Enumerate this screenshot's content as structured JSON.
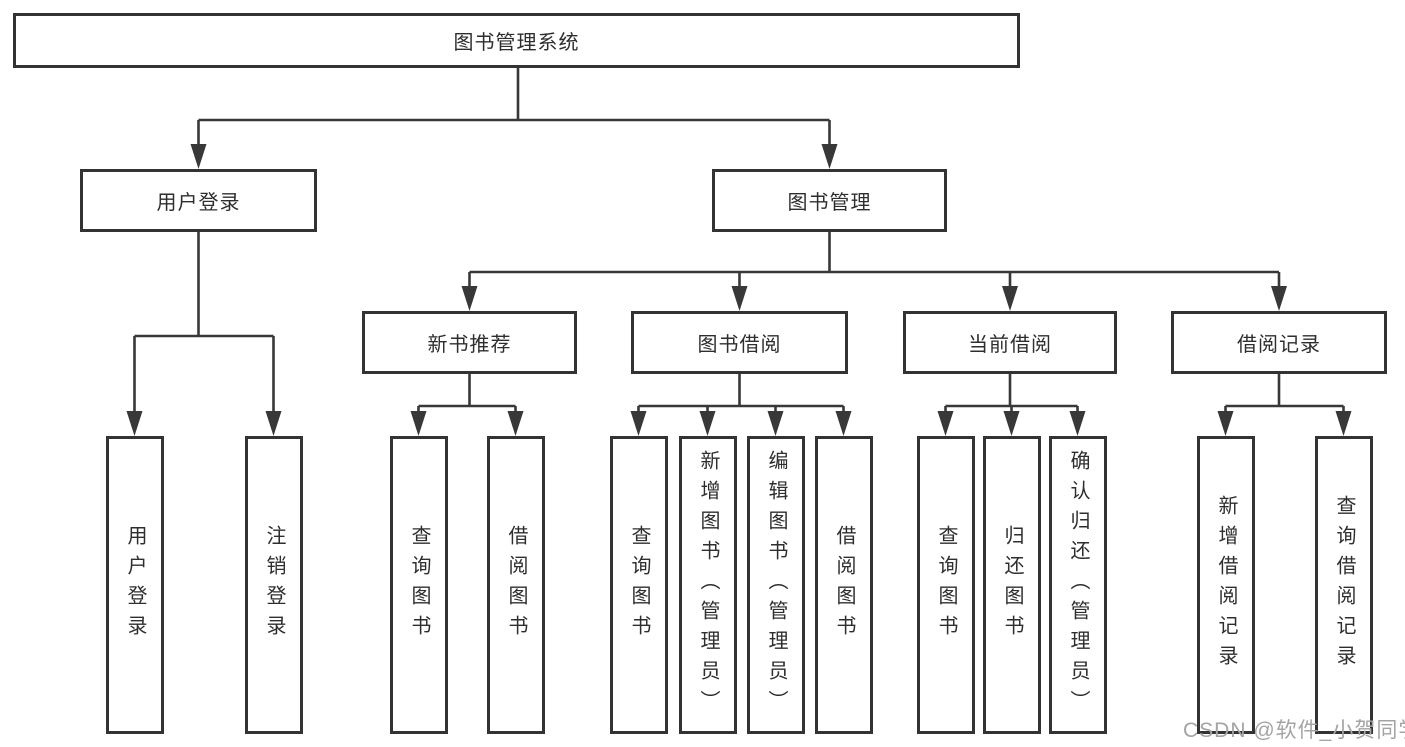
{
  "colors": {
    "line": "#333333",
    "text": "#2e2e2e",
    "watermark": "#a4a4a4",
    "background": "#ffffff"
  },
  "nodes": {
    "root": "图书管理系统",
    "user_login": "用户登录",
    "book_mgmt": "图书管理",
    "new_book": "新书推荐",
    "book_borrow": "图书借阅",
    "current_borrow": "当前借阅",
    "borrow_record": "借阅记录"
  },
  "leaves": [
    "用户登录",
    "注销登录",
    "查询图书",
    "借阅图书",
    "查询图书",
    "新增图书（管理员）",
    "编辑图书（管理员）",
    "借阅图书",
    "查询图书",
    "归还图书",
    "确认归还（管理员）",
    "新增借阅记录",
    "查询借阅记录"
  ],
  "watermark": "CSDN @软件_小贺同学"
}
